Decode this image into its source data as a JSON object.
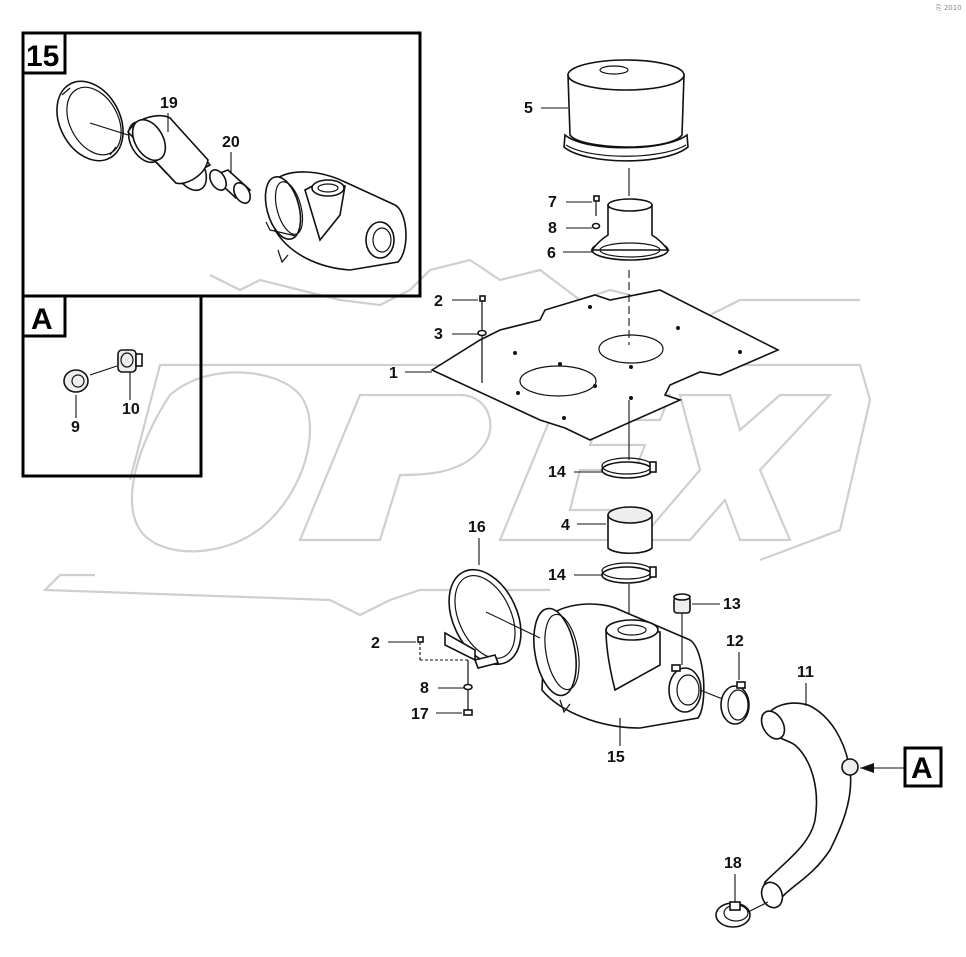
{
  "watermark": {
    "text": "OPEX"
  },
  "corner_note": "⎘ 2010",
  "detail_boxes": [
    {
      "id": "15",
      "label": "15"
    },
    {
      "id": "A",
      "label": "A"
    }
  ],
  "callouts": {
    "c1": "1",
    "c2a": "2",
    "c2b": "2",
    "c3": "3",
    "c4": "4",
    "c5": "5",
    "c6": "6",
    "c7": "7",
    "c8a": "8",
    "c8b": "8",
    "c9": "9",
    "c10": "10",
    "c11": "11",
    "c12": "12",
    "c13": "13",
    "c14a": "14",
    "c14b": "14",
    "c15": "15",
    "c16": "16",
    "c17": "17",
    "c18": "18",
    "c19": "19",
    "c20": "20"
  },
  "ref_tag": {
    "label": "A"
  }
}
